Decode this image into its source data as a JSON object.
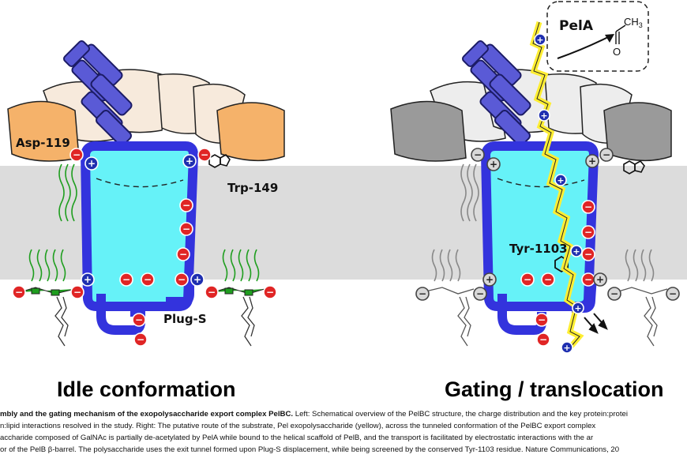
{
  "left_panel": {
    "title": "Idle conformation",
    "labels": {
      "asp": "Asp-119",
      "trp": "Trp-149",
      "plug": "Plug-S"
    }
  },
  "right_panel": {
    "title": "Gating / translocation",
    "labels": {
      "tyr": "Tyr-1103",
      "pela": "PelA",
      "ch3": "CH",
      "ch3_sub": "3",
      "oxygen": "O"
    }
  },
  "charges": {
    "plus": "+",
    "minus": "−"
  },
  "caption": {
    "line1_bold": "mbly and the gating mechanism of the exopolysaccharide export complex PelBC.",
    "line1_rest": " Left: Schematical overview of the PelBC structure, the charge distribution and the key protein:protei",
    "line2": "n:lipid interactions resolved in the study. Right: The putative route of the substrate, Pel exopolysaccharide (yellow), across the tunneled conformation of the PelBC export complex",
    "line3": "accharide composed of GalNAc is partially de-acetylated by PelA while bound to the helical scaffold of PelB, and the transport is facilitated by electrostatic interactions with the ar",
    "line4": "or of the PelB β-barrel. The polysaccharide uses the exit tunnel formed upon Plug-S displacement, while being screened by the conserved Tyr-1103 residue. Nature Communications, 20"
  },
  "colors": {
    "membrane": "#dcdcdc",
    "barrel_outline": "#3333dd",
    "barrel_fill": "#66f2f8",
    "scaffold": "#5a5ad6",
    "petal": "#f7eadc",
    "petal_side_left": "#f5b26a",
    "petal_right": "#ededed",
    "petal_side_right": "#9a9a9a",
    "negative": "#e02525",
    "positive": "#1f2fb0",
    "lipid_left": "#1f9e1f",
    "substrate": "#ffee33"
  }
}
